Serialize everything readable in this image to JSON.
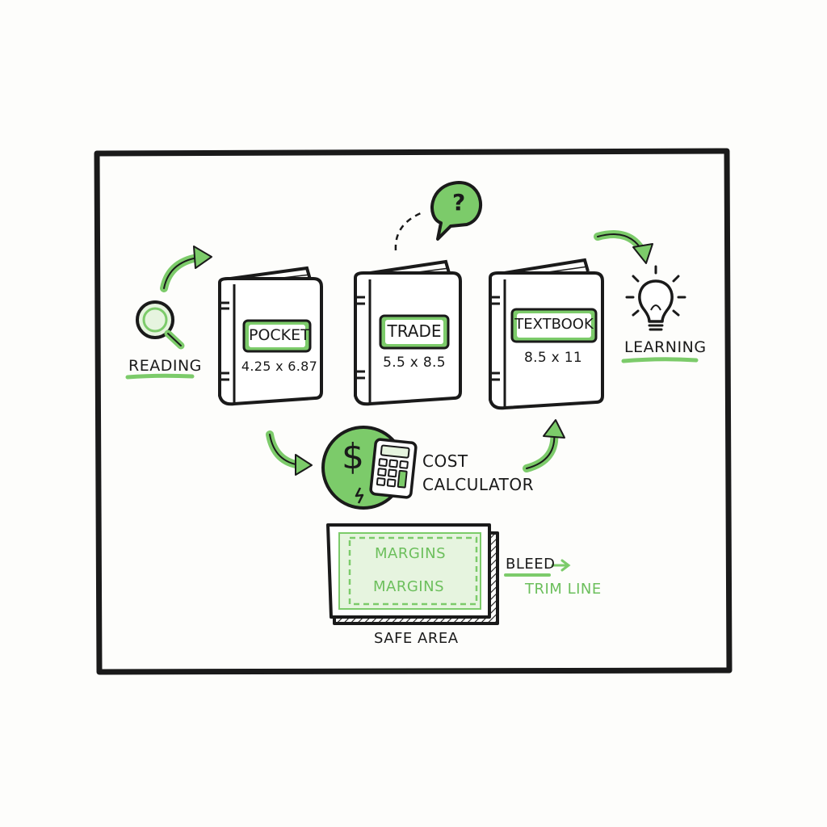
{
  "stages": {
    "reading": "READING",
    "learning": "LEARNING"
  },
  "books": [
    {
      "name": "POCKET",
      "size": "4.25 x 6.87"
    },
    {
      "name": "TRADE",
      "size": "5.5 x 8.5"
    },
    {
      "name": "TEXTBOOK",
      "size": "8.5 x 11"
    }
  ],
  "calculator": {
    "line1": "COST",
    "line2": "CALCULATOR",
    "symbol": "$"
  },
  "question_symbol": "?",
  "page_diagram": {
    "margin_label_1": "MARGINS",
    "margin_label_2": "MARGINS",
    "bleed": "BLEED",
    "trim_line": "TRIM LINE",
    "safe_area": "SAFE AREA"
  },
  "colors": {
    "accent_green": "#7ccb6a",
    "light_green": "#e6f4df",
    "ink": "#1a1a1a"
  }
}
